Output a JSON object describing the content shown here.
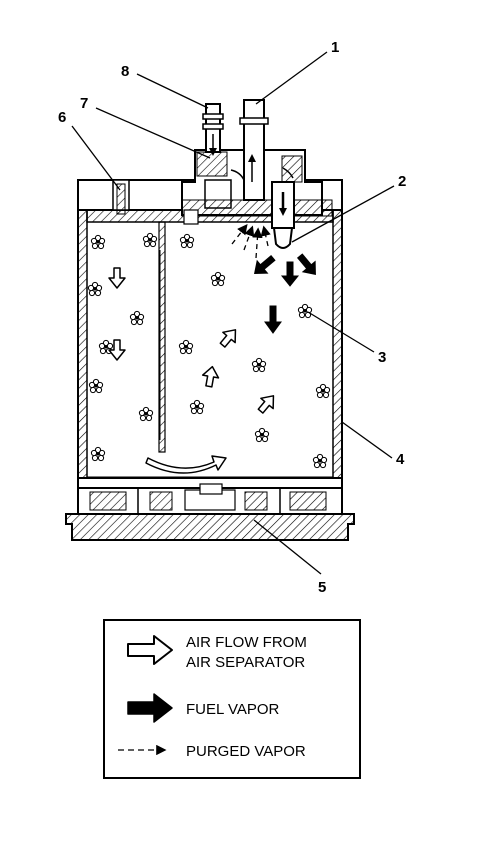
{
  "callouts": {
    "c1": "1",
    "c2": "2",
    "c3": "3",
    "c4": "4",
    "c5": "5",
    "c6": "6",
    "c7": "7",
    "c8": "8"
  },
  "legend": {
    "air_flow_line1": "AIR FLOW FROM",
    "air_flow_line2": "AIR SEPARATOR",
    "fuel_vapor": "FUEL VAPOR",
    "purged_vapor": "PURGED VAPOR"
  }
}
